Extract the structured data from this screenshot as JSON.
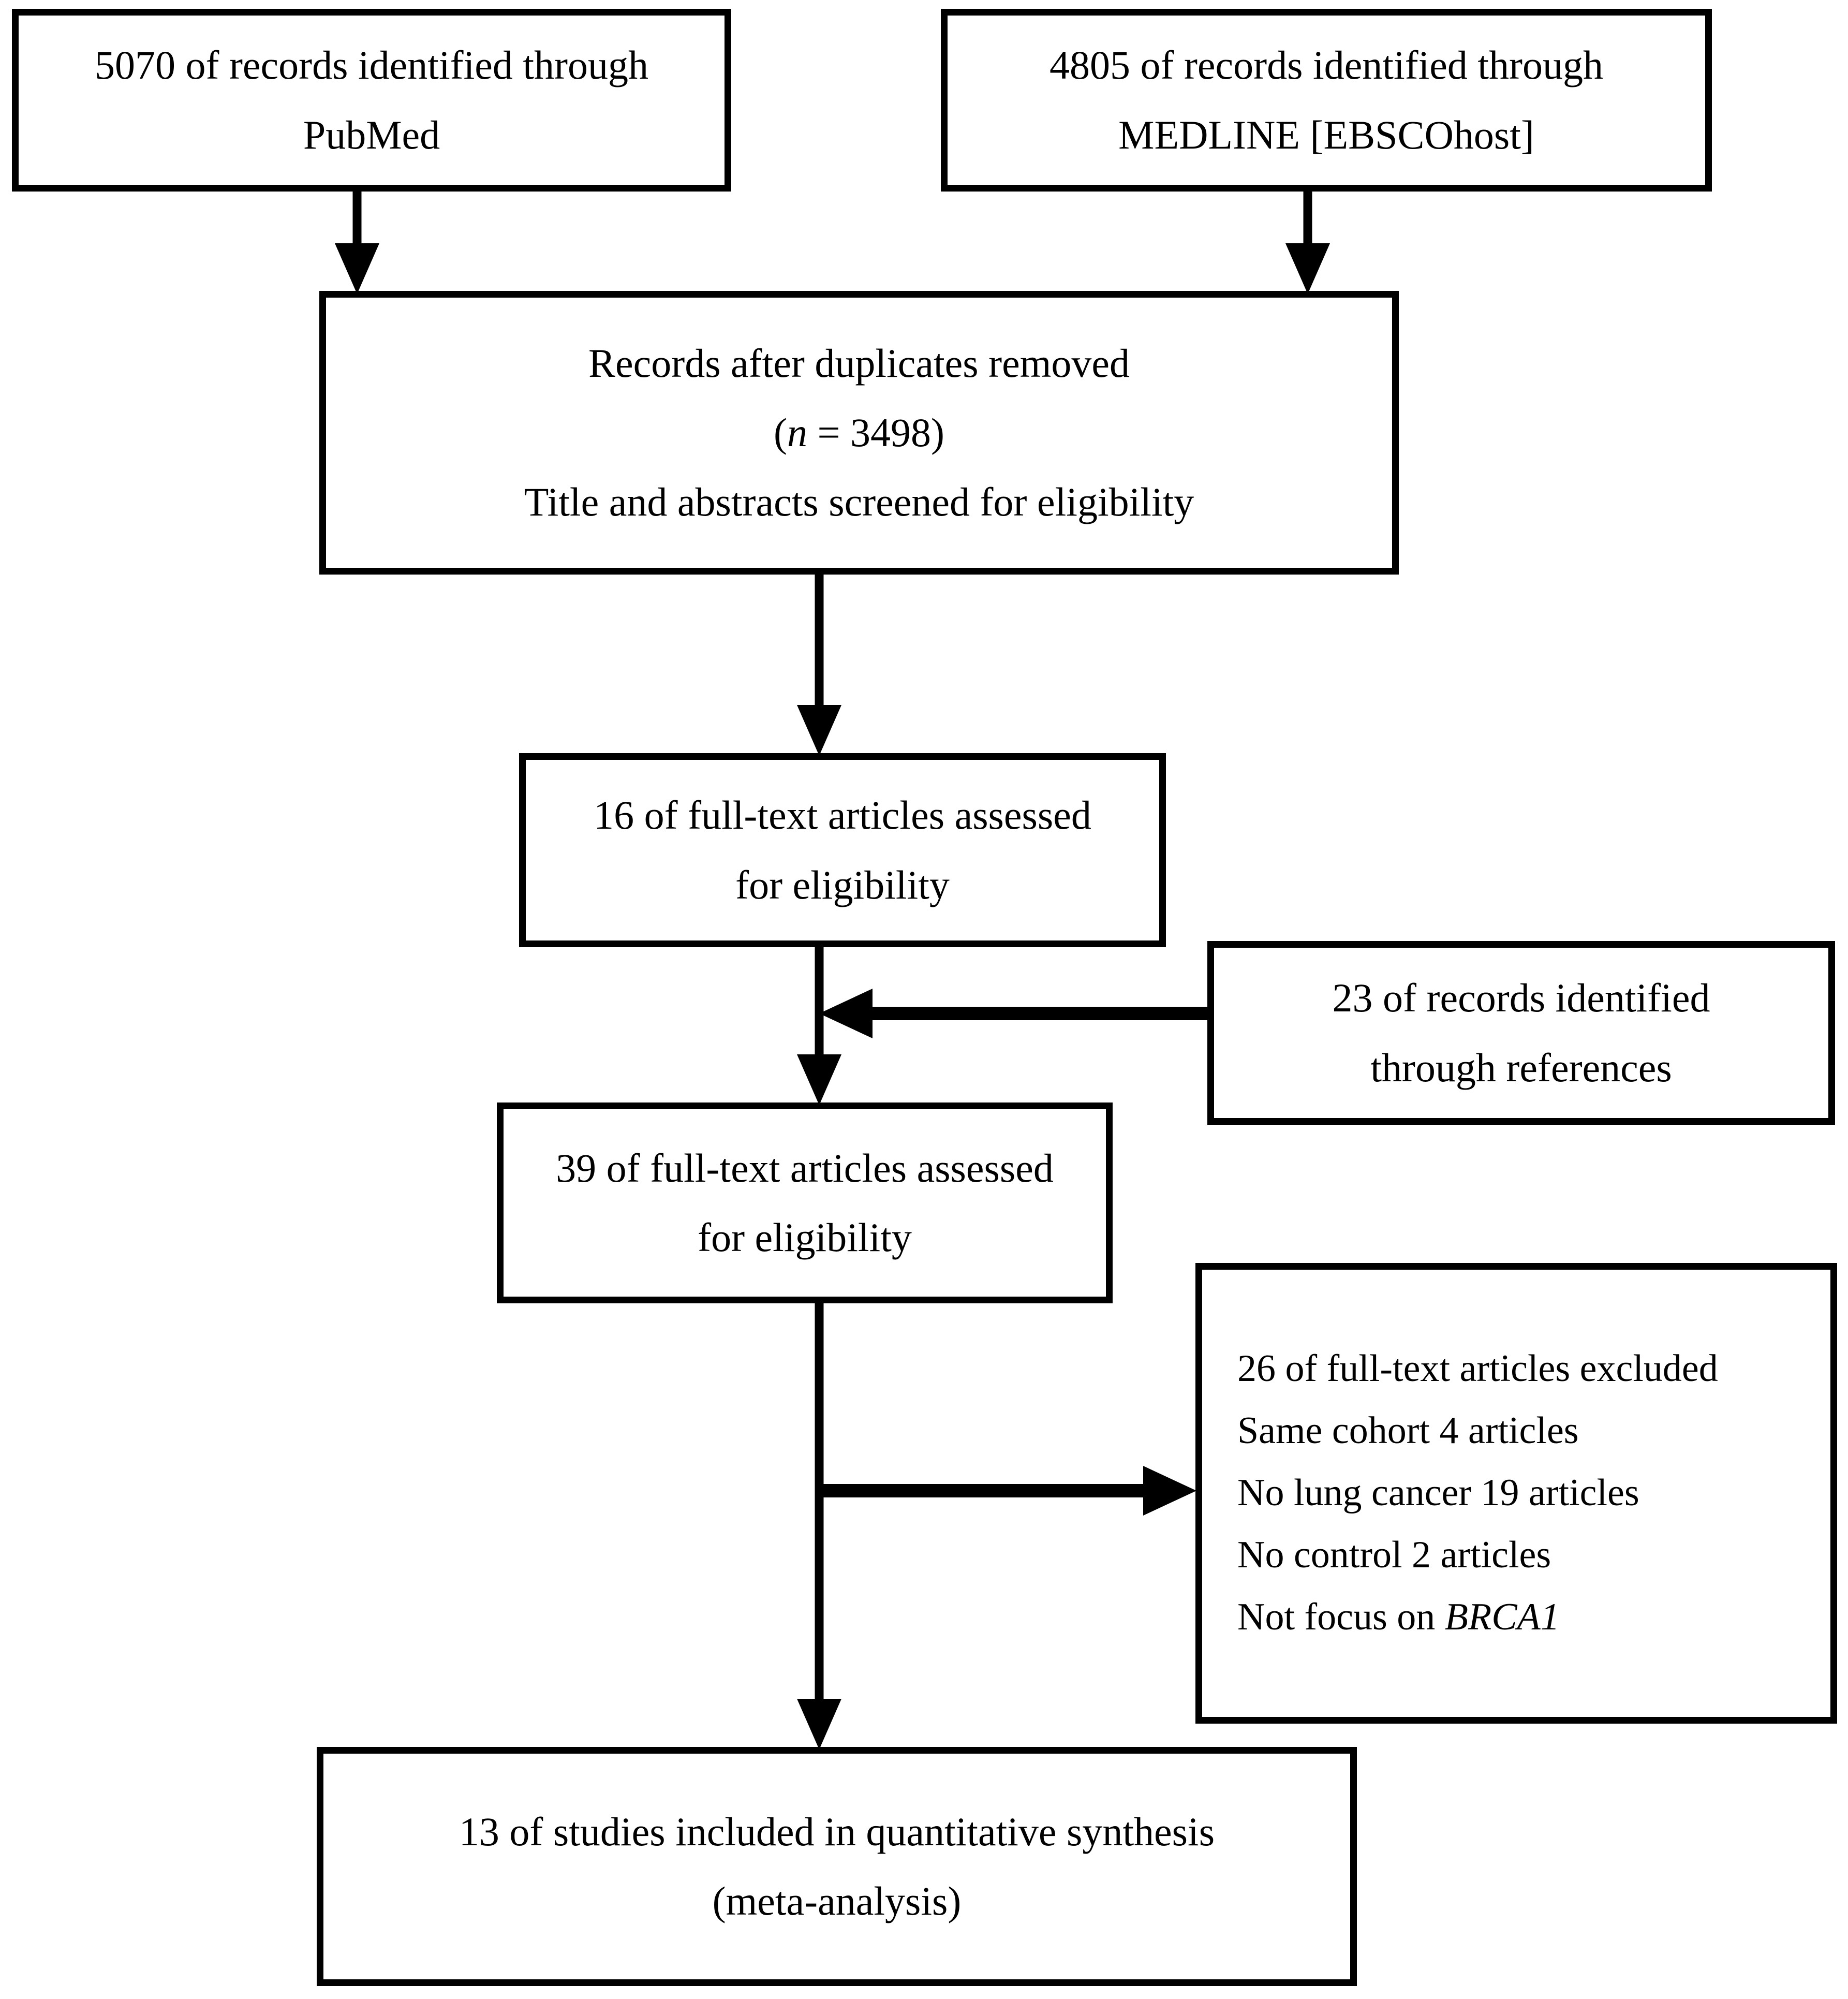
{
  "diagram": {
    "title": "PRISMA study selection flow diagram",
    "type": "flowchart",
    "stroke_color": "#000000",
    "background_color": "#ffffff"
  },
  "nodes": {
    "pubmed": {
      "line1": "5070 of records identified through",
      "line2": "PubMed"
    },
    "medline": {
      "line1": "4805 of records identified through",
      "line2": "MEDLINE [EBSCOhost]"
    },
    "duplicates": {
      "line1": "Records after duplicates removed",
      "line2_open": "(",
      "line2_italic": "n",
      "line2_rest": " = 3498)",
      "line3": "Title and abstracts screened for eligibility"
    },
    "fulltext16": {
      "line1": "16 of full-text articles assessed",
      "line2": "for eligibility"
    },
    "references": {
      "line1": "23 of records identified",
      "line2": "through references"
    },
    "fulltext39": {
      "line1": "39 of full-text articles assessed",
      "line2": "for eligibility"
    },
    "excluded": {
      "line1": "26 of full-text articles excluded",
      "line2": "Same cohort 4 articles",
      "line3": "No lung cancer 19 articles",
      "line4": "No control 2 articles",
      "line5_prefix": "Not focus on ",
      "line5_italic": "BRCA1"
    },
    "included": {
      "line1": "13 of studies included in quantitative synthesis",
      "line2": "(meta-analysis)"
    }
  },
  "connectors": [
    {
      "name": "pubmed-to-duplicates",
      "kind": "arrow-down"
    },
    {
      "name": "medline-to-duplicates",
      "kind": "arrow-down"
    },
    {
      "name": "duplicates-to-fulltext16",
      "kind": "arrow-down"
    },
    {
      "name": "references-to-trunk",
      "kind": "arrow-left"
    },
    {
      "name": "fulltext16-to-fulltext39",
      "kind": "arrow-down"
    },
    {
      "name": "fulltext39-to-excluded",
      "kind": "arrow-right"
    },
    {
      "name": "fulltext39-to-included",
      "kind": "arrow-down"
    }
  ]
}
